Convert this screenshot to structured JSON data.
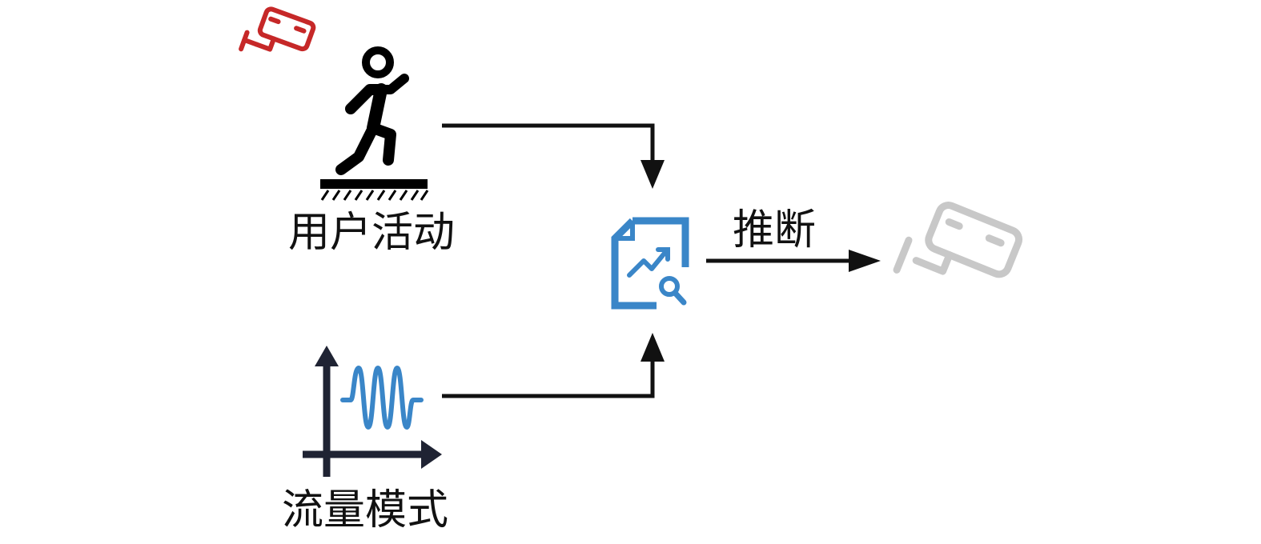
{
  "labels": {
    "user_activity": "用户活动",
    "traffic_pattern": "流量模式",
    "inference": "推断"
  },
  "icons": {
    "source_camera": "security-camera-icon",
    "person": "running-person-icon",
    "traffic": "waveform-chart-icon",
    "analysis": "report-analysis-icon",
    "target_camera": "security-camera-icon"
  },
  "colors": {
    "source_camera": "#c62828",
    "analysis": "#3a86c8",
    "waveform": "#3a86c8",
    "target_camera": "#c8c8c8",
    "arrows": "#111111",
    "axes": "#1f2333"
  }
}
